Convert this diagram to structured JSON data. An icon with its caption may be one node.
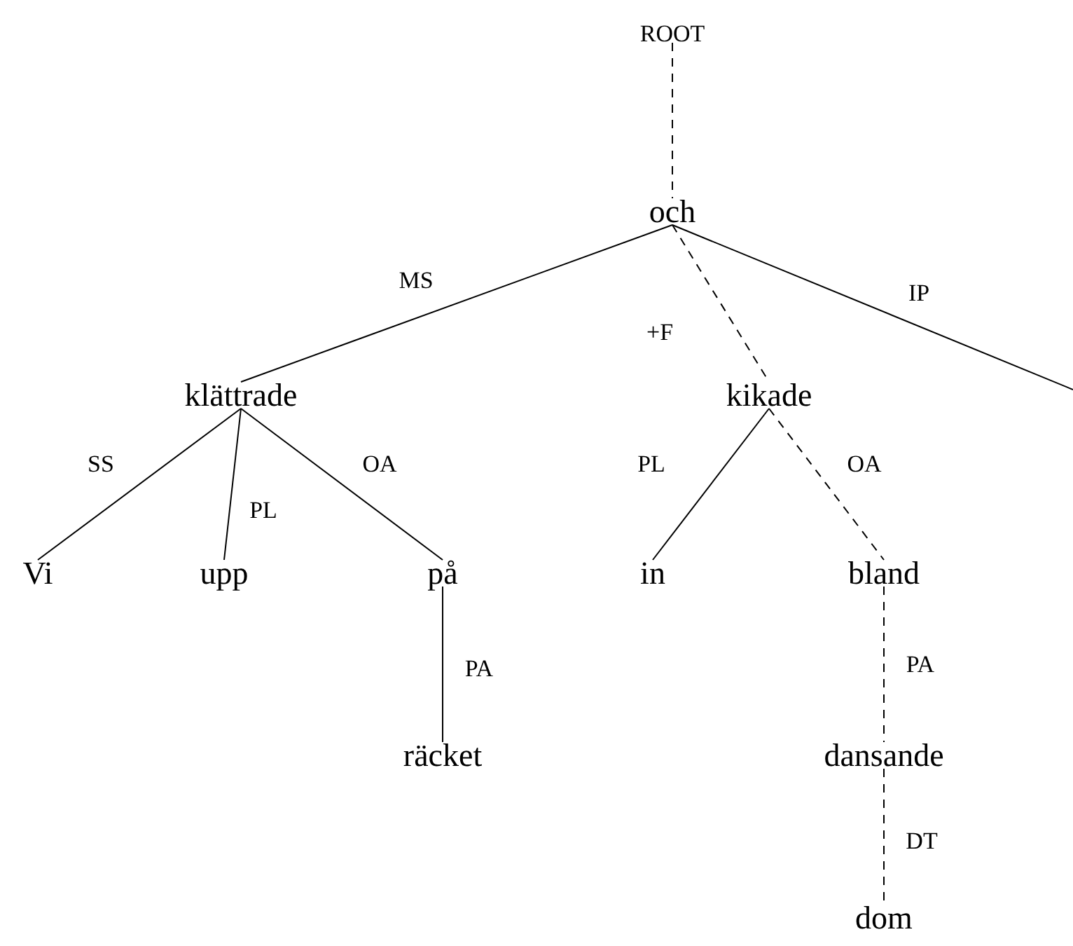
{
  "diagram": {
    "nodes": [
      {
        "text": [
          "ROOT"
        ]
      },
      {
        "text": [
          "och"
        ]
      },
      {
        "text": [
          "klättrade"
        ]
      },
      {
        "text": [
          "kikade"
        ]
      },
      {
        "text": [
          "Vi"
        ]
      },
      {
        "text": [
          "upp"
        ]
      },
      {
        "text": [
          "på"
        ]
      },
      {
        "text": [
          "in"
        ]
      },
      {
        "text": [
          "bland"
        ]
      },
      {
        "text": [
          "räcket"
        ]
      },
      {
        "text": [
          "dansande"
        ]
      },
      {
        "text": [
          "dom"
        ]
      }
    ],
    "edges": [
      {
        "from": 0,
        "to": 1,
        "arrow": "none",
        "style": "dashed"
      },
      {
        "from": 1,
        "to": 2,
        "arrow": "none",
        "label": "MS"
      },
      {
        "from": 1,
        "to": 3,
        "arrow": "none",
        "label": "+F",
        "style": "dashed"
      },
      {
        "from": 1,
        "to": null,
        "arrow": "none",
        "label": "IP"
      },
      {
        "from": 2,
        "to": 4,
        "arrow": "none",
        "label": "SS"
      },
      {
        "from": 2,
        "to": 5,
        "arrow": "none",
        "label": "PL"
      },
      {
        "from": 2,
        "to": 6,
        "arrow": "none",
        "label": "OA"
      },
      {
        "from": 3,
        "to": 7,
        "arrow": "none",
        "label": "PL"
      },
      {
        "from": 3,
        "to": 8,
        "arrow": "none",
        "label": "OA",
        "style": "dashed"
      },
      {
        "from": 6,
        "to": 9,
        "arrow": "none",
        "label": "PA"
      },
      {
        "from": 8,
        "to": 10,
        "arrow": "none",
        "label": "PA",
        "style": "dashed"
      },
      {
        "from": 10,
        "to": 11,
        "arrow": "none",
        "label": "DT",
        "style": "dashed"
      }
    ]
  }
}
